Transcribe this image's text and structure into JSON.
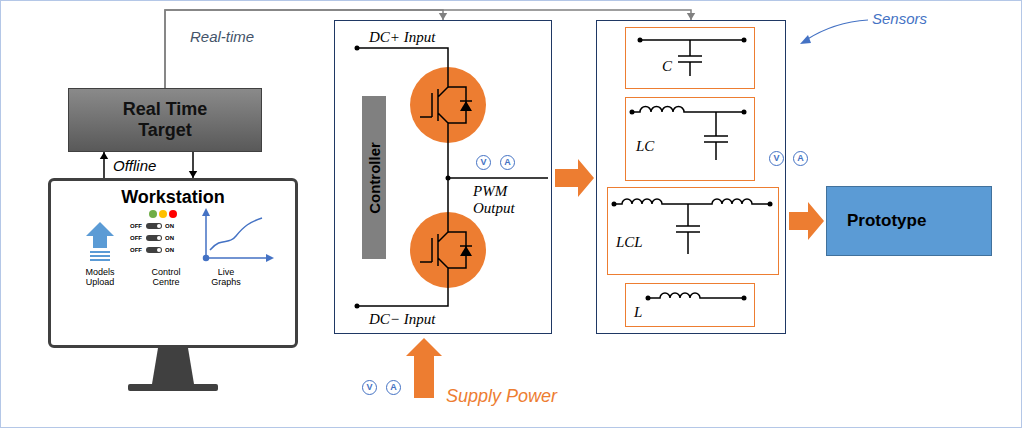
{
  "diagram": {
    "nodes": [
      {
        "text": [
          "Real Time Target"
        ]
      },
      {
        "text": [
          "Workstation",
          "Models Upload",
          "Control Centre",
          "Live Graphs"
        ]
      },
      {
        "text": [
          "DC+ Input",
          "PWM Output",
          "DC− Input"
        ]
      },
      {
        "text": [
          "Controller"
        ],
        "in": 2
      },
      {},
      {
        "text": [
          "C"
        ],
        "in": 4
      },
      {
        "text": [
          "LC"
        ],
        "in": 4
      },
      {
        "text": [
          "LCL"
        ],
        "in": 4
      },
      {
        "text": [
          "L"
        ],
        "in": 4
      },
      {
        "text": [
          "Prototype"
        ]
      }
    ],
    "edges": [
      {
        "from": 0,
        "to": 2,
        "arrow": "to",
        "label": "Real-time"
      },
      {
        "from": 0,
        "to": 4,
        "arrow": "to"
      },
      {
        "from": 1,
        "to": 0,
        "arrow": "to",
        "label": "Offline"
      },
      {
        "from": 0,
        "to": 1,
        "arrow": "to"
      },
      {
        "from": 2,
        "to": 4,
        "arrow": "to"
      },
      {
        "from": 4,
        "to": 9,
        "arrow": "to"
      }
    ],
    "labels": [
      "OFF",
      "ON",
      "OFF",
      "ON",
      "OFF",
      "ON",
      "V",
      "A",
      "Sensors",
      "V",
      "A",
      "V",
      "A",
      "Supply Power"
    ]
  }
}
